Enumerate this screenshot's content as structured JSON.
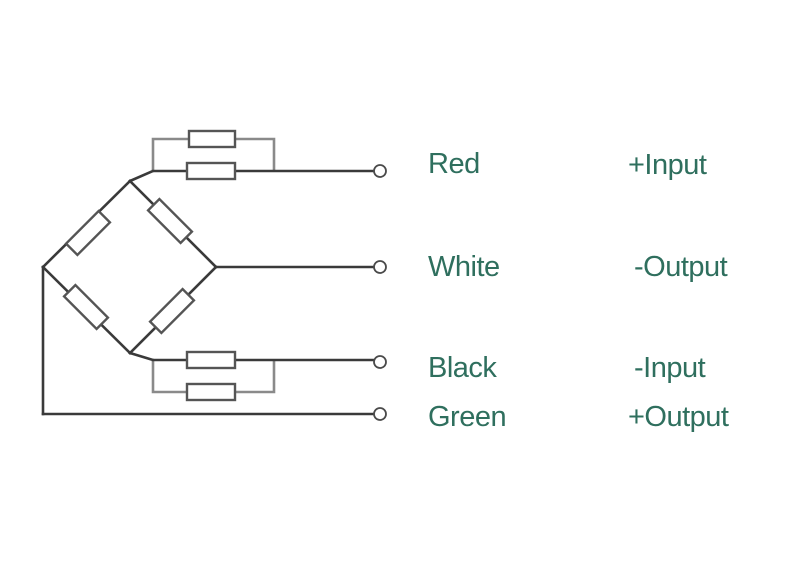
{
  "colors": {
    "label": "#2f6f5e",
    "wire": "#3a3a3a",
    "wire_light": "#8a8a8a",
    "resistor_stroke": "#555555"
  },
  "terminals": [
    {
      "color": "Red",
      "signal": "+Input"
    },
    {
      "color": "White",
      "signal": "-Output"
    },
    {
      "color": "Black",
      "signal": "-Input"
    },
    {
      "color": "Green",
      "signal": "+Output"
    }
  ]
}
